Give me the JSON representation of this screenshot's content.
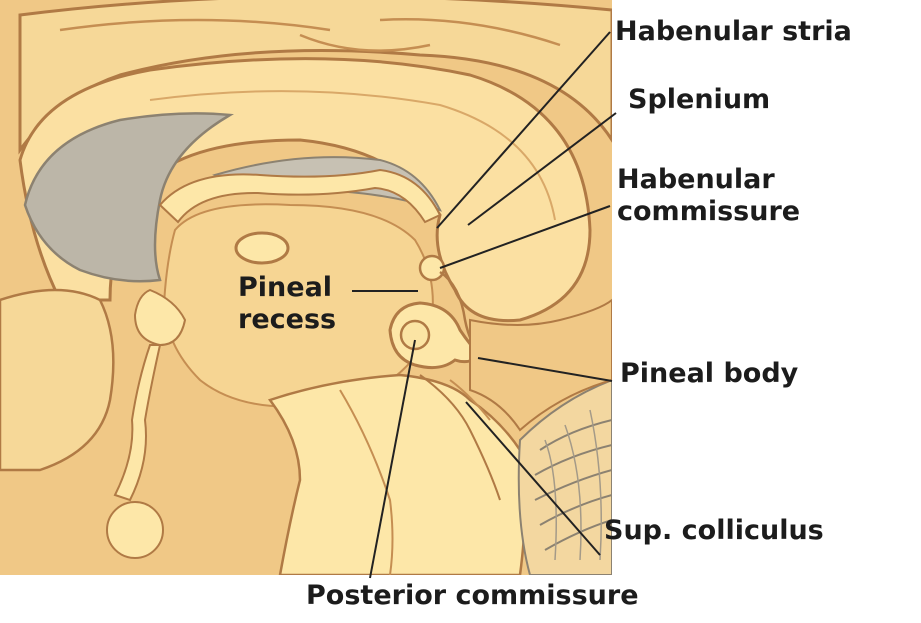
{
  "labels": {
    "habenular_stria": "Habenular stria",
    "splenium": "Splenium",
    "habenular_commissure": [
      "Habenular",
      "commissure"
    ],
    "pineal_recess": [
      "Pineal",
      "recess"
    ],
    "pineal_body": "Pineal body",
    "sup_colliculus": "Sup. colliculus",
    "posterior_commissure": "Posterior commissure"
  },
  "colors": {
    "outline": "#b07a45",
    "cream": "#fde7a8",
    "tan": "#f3cf8a",
    "orange": "#e9b46c",
    "gray": "#b9b3a6",
    "leader": "#222222"
  }
}
